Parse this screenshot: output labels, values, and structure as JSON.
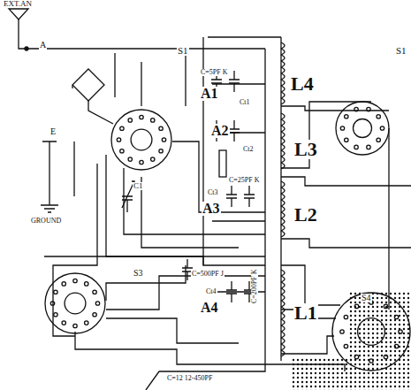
{
  "diagram": {
    "labels": [
      "EXT.AN",
      "A",
      "S1",
      "S1",
      "E",
      "GROUND",
      "C1",
      "C=5PF K",
      "A1",
      "Ct1",
      "A2",
      "Ct2",
      "C=25PF K",
      "Ct3",
      "A3",
      "L4",
      "L3",
      "L2",
      "L1",
      "S3",
      "C=500PF J",
      "Ct4",
      "A4",
      "C=200PF K",
      "S4",
      "C=12 12-450PF"
    ]
  }
}
